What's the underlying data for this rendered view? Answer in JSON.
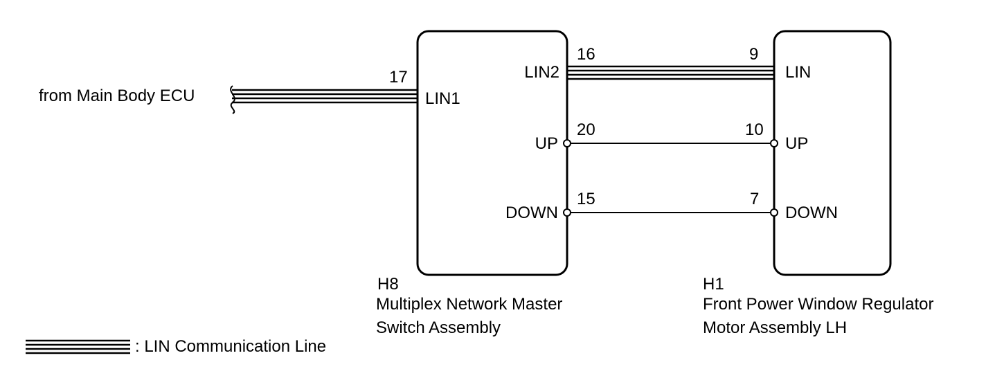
{
  "source": {
    "label": "from Main Body ECU",
    "pin": "17"
  },
  "master": {
    "code": "H8",
    "name_line1": "Multiplex Network Master",
    "name_line2": "Switch Assembly",
    "pins": {
      "lin1": {
        "label": "LIN1"
      },
      "lin2": {
        "label": "LIN2",
        "pin": "16"
      },
      "up": {
        "label": "UP",
        "pin": "20"
      },
      "down": {
        "label": "DOWN",
        "pin": "15"
      }
    }
  },
  "motor": {
    "code": "H1",
    "name_line1": "Front Power Window Regulator",
    "name_line2": "Motor Assembly LH",
    "pins": {
      "lin": {
        "label": "LIN",
        "pin": "9"
      },
      "up": {
        "label": "UP",
        "pin": "10"
      },
      "down": {
        "label": "DOWN",
        "pin": "7"
      }
    }
  },
  "legend": {
    "label": ": LIN Communication Line"
  }
}
